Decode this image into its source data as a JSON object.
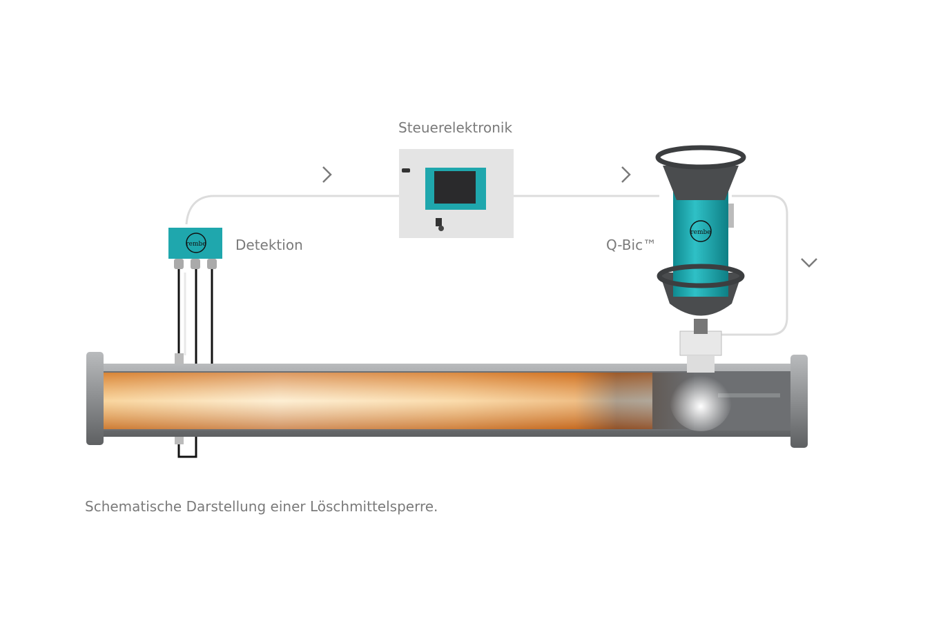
{
  "labels": {
    "control": "Steuerelektronik",
    "detection": "Detektion",
    "qbic": "Q-Bic™"
  },
  "caption": "Schematische Darstellung einer Löschmittelsperre.",
  "logos": [
    "rembe"
  ],
  "icons": [
    "chevron-right-icon",
    "chevron-right-icon",
    "chevron-down-icon"
  ],
  "colors": {
    "teal": "#1fa7ad",
    "pipe": "#8a8c8e",
    "text": "#7a7a7a"
  }
}
